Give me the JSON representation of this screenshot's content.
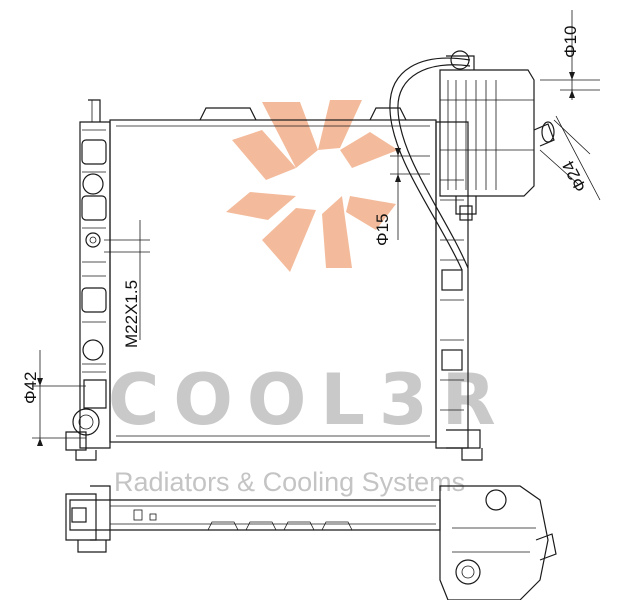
{
  "dimensions": {
    "d10": "Φ10",
    "d24": "Φ24",
    "d15": "Φ15",
    "thread": "M22X1.5",
    "d42": "Φ42"
  },
  "watermark": {
    "brand": "COOL3R",
    "tagline": "Radiators & Cooling Systems",
    "logo_color": "#f2b08a",
    "text_color": "#c8c8c8"
  }
}
